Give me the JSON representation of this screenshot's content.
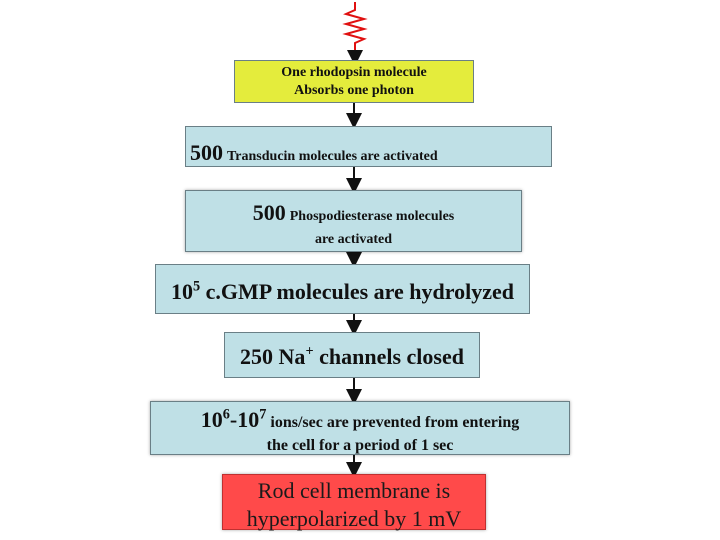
{
  "colors": {
    "yellow_box": "#e4ec3c",
    "blue_box": "#bfe0e6",
    "red_box": "#ff4a4a",
    "arrow": "#111111",
    "photon": "#e01010"
  },
  "icons": {
    "photon": "zigzag-photon-icon",
    "arrow": "down-arrow-icon"
  },
  "steps": {
    "s1": {
      "line1": "One rhodopsin molecule",
      "line2": "Absorbs one photon"
    },
    "s2": {
      "num": "500",
      "text": "Transducin molecules are activated"
    },
    "s3": {
      "num": "500",
      "text": "Phospodiesterase molecules",
      "line2": "are activated"
    },
    "s4": {
      "base": "10",
      "exp": "5",
      "text": "c.GMP molecules are hydrolyzed"
    },
    "s5": {
      "pre": "250 Na",
      "sup": "+",
      "post": "channels closed"
    },
    "s6": {
      "base1": "10",
      "exp1": "6",
      "dash": "-10",
      "exp2": "7",
      "text": "ions/sec are prevented from entering",
      "line2": "the cell for a period of 1 sec"
    },
    "s7": {
      "line1": "Rod cell membrane is",
      "line2": "hyperpolarized by 1 mV"
    }
  }
}
